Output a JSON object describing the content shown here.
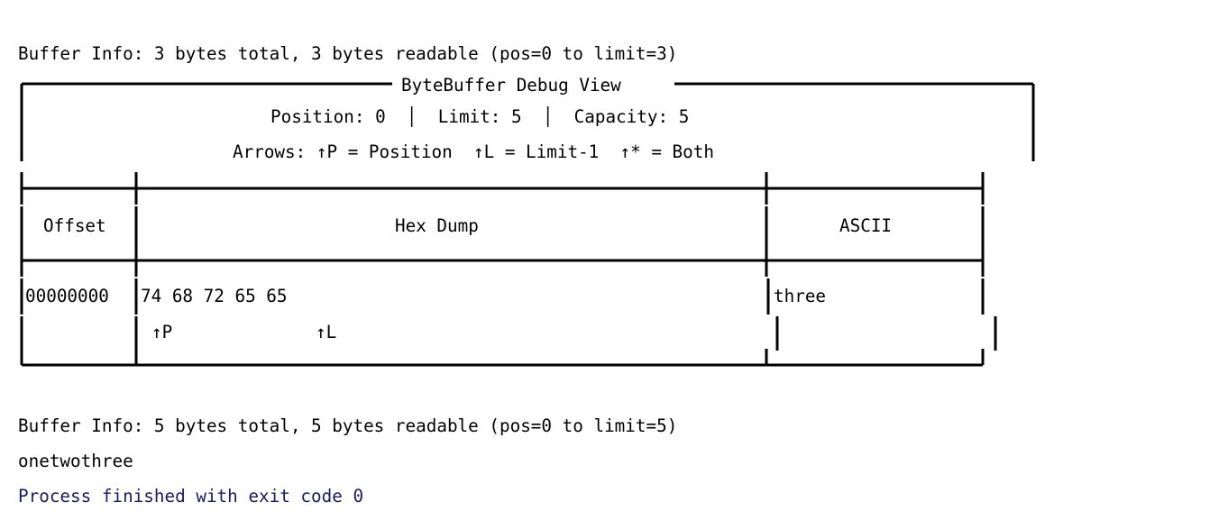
{
  "console": {
    "background_color": "#ffffff",
    "text_color": "#000000",
    "exit_text_color": "#191970",
    "lines": [
      {
        "id": "buffer-info-1",
        "text": "Buffer Info: 3 bytes total, 3 bytes readable (pos=0 to limit=3)",
        "style": "normal"
      },
      {
        "id": "box-top-title",
        "text": "┌──────────────────────── ByteBuffer Debug View ────────────────────────┐",
        "style": "normal"
      },
      {
        "id": "box-stats",
        "text": "│                Position: 0  │  Limit: 5  │  Capacity: 5              │",
        "style": "normal"
      },
      {
        "id": "box-arrows-legend",
        "text": "│            Arrows: ↑P = Position  ↑L = Limit-1  ↑* = Both            │",
        "style": "normal"
      },
      {
        "id": "table-top-rule",
        "text": "├─────────┬───────────────────────────────────────────────┬─────────────┤",
        "style": "normal"
      },
      {
        "id": "table-header",
        "text": "│ Offset  │                  Hex Dump                     │    ASCII    │",
        "style": "normal"
      },
      {
        "id": "table-header-rule",
        "text": "├─────────┼───────────────────────────────────────────────┼─────────────┤",
        "style": "normal"
      },
      {
        "id": "table-row-0",
        "text": "│00000000│74 68 72 65 65                                  │three        │",
        "style": "normal"
      },
      {
        "id": "table-row-0-arrows",
        "text": "│        │ ↑P           ↑L                               │             │",
        "style": "normal"
      },
      {
        "id": "table-bottom-rule",
        "text": "└────────┴────────────────────────────────────────────────┴────────────┘",
        "style": "normal"
      },
      {
        "id": "blank-1",
        "text": "",
        "style": "normal"
      },
      {
        "id": "buffer-info-2",
        "text": "Buffer Info: 5 bytes total, 5 bytes readable (pos=0 to limit=5)",
        "style": "normal"
      },
      {
        "id": "result-string",
        "text": "onetwothree",
        "style": "normal"
      },
      {
        "id": "process-exit",
        "text": "Process finished with exit code 0",
        "style": "exit"
      }
    ],
    "debug_view": {
      "title": "ByteBuffer Debug View",
      "position_label": "Position:",
      "position_value": "0",
      "limit_label": "Limit:",
      "limit_value": "5",
      "capacity_label": "Capacity:",
      "capacity_value": "5",
      "arrows_label": "Arrows:",
      "arrow_position_legend": "↑P = Position",
      "arrow_limit_legend": "↑L = Limit-1",
      "arrow_both_legend": "↑* = Both",
      "columns": [
        "Offset",
        "Hex Dump",
        "ASCII"
      ],
      "rows": [
        {
          "offset": "00000000",
          "hex": "74 68 72 65 65",
          "ascii": "three",
          "arrow_position": "↑P",
          "arrow_limit": "↑L"
        }
      ]
    },
    "buffer_info_1": {
      "prefix": "Buffer Info:",
      "total": "3 bytes total",
      "readable": "3 bytes readable",
      "range": "(pos=0 to limit=3)"
    },
    "buffer_info_2": {
      "prefix": "Buffer Info:",
      "total": "5 bytes total",
      "readable": "5 bytes readable",
      "range": "(pos=0 to limit=5)"
    },
    "result_string": "onetwothree",
    "exit_message": "Process finished with exit code 0"
  }
}
